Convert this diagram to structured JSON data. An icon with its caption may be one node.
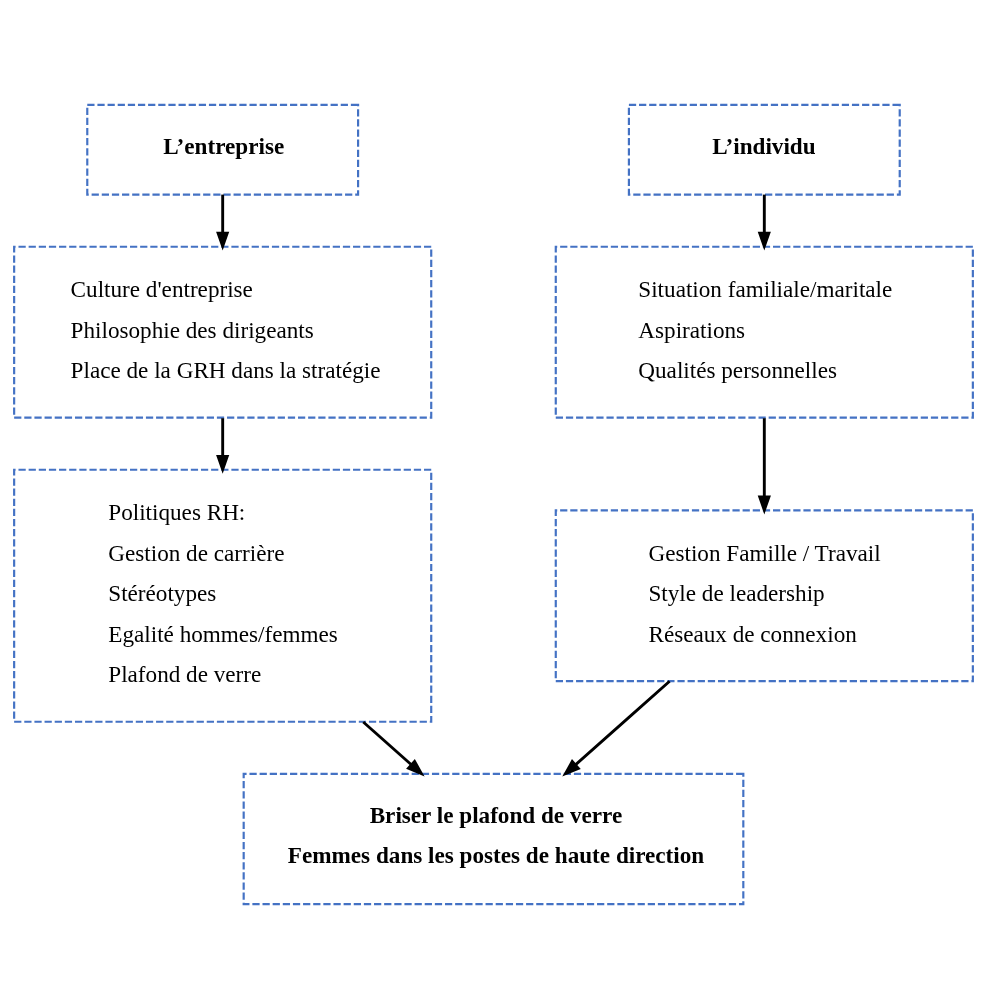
{
  "diagram": {
    "nodes": [
      {
        "text": [
          "L’entreprise"
        ]
      },
      {
        "text": [
          "L’individu"
        ]
      },
      {
        "text": [
          "Culture d'entreprise",
          "Philosophie des dirigeants",
          "Place de la GRH dans la stratégie"
        ]
      },
      {
        "text": [
          "Situation familiale/maritale",
          "Aspirations",
          "Qualités personnelles"
        ]
      },
      {
        "text": [
          "Politiques RH:",
          "Gestion de carrière",
          "Stéréotypes",
          "Egalité hommes/femmes",
          "Plafond de verre"
        ]
      },
      {
        "text": [
          "Gestion Famille / Travail",
          "Style de leadership",
          "Réseaux de connexion"
        ]
      },
      {
        "text": [
          "Briser le plafond de verre",
          "Femmes dans les postes de haute direction"
        ]
      }
    ],
    "edges": [
      {
        "from": 0,
        "to": 2,
        "arrow": "to"
      },
      {
        "from": 1,
        "to": 3,
        "arrow": "to"
      },
      {
        "from": 2,
        "to": 4,
        "arrow": "to"
      },
      {
        "from": 3,
        "to": 5,
        "arrow": "to"
      },
      {
        "from": 4,
        "to": 6,
        "arrow": "to"
      },
      {
        "from": 5,
        "to": 6,
        "arrow": "to"
      }
    ]
  }
}
